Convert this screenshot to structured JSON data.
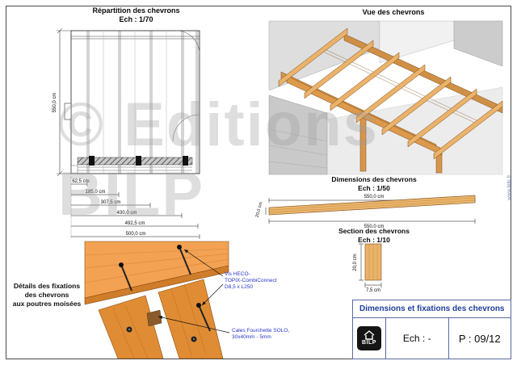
{
  "watermark": {
    "line1": "© Editions",
    "line2": "BILP",
    "site": "www.bilp.fr"
  },
  "repartition": {
    "title": "Répartition des chevrons",
    "scale": "Ech : 1/70",
    "dim_height": "550,0 cm",
    "dims": [
      "62,5 cm",
      "185,0 cm",
      "307,5 cm",
      "430,0 cm",
      "492,5 cm",
      "500,0 cm"
    ]
  },
  "vue": {
    "title": "Vue des chevrons"
  },
  "dimensions": {
    "title": "Dimensions des chevrons",
    "scale": "Ech : 1/50",
    "dim_length_top": "550,0 cm",
    "dim_length_bottom": "550,0 cm",
    "dim_height": "20,0 cm"
  },
  "section": {
    "title": "Section des chevrons",
    "scale": "Ech : 1/10",
    "dim_height": "20,0 cm",
    "dim_width": "7,5 cm"
  },
  "details": {
    "heading1": "Détails des fixations",
    "heading2": "des chevrons",
    "heading3": "aux poutres moisées",
    "screw_label1": "Vis HECO-",
    "screw_label2": "TOPIX-CombiConnect",
    "screw_label3": "D8,5 x L250",
    "wedge_label1": "Cales Fourchette SOLO,",
    "wedge_label2": "30x40mm - 5mm"
  },
  "titleblock": {
    "doc_title": "Dimensions et fixations des chevrons",
    "logo": "BILP",
    "scale": "Ech : -",
    "page": "P : 09/12"
  }
}
